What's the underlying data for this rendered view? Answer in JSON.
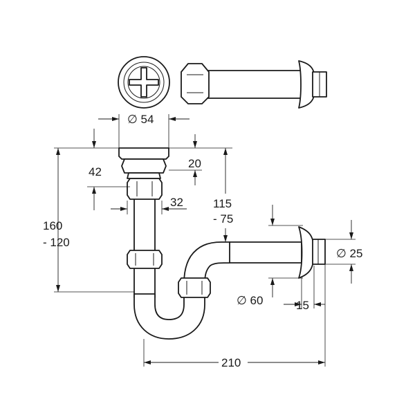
{
  "dimensions": {
    "top_diameter": "∅ 54",
    "flange_height": "20",
    "tailpiece_offset": "42",
    "nut_gap": "32",
    "trap_height_top": "160",
    "trap_height_bottom": "- 120",
    "outlet_height_top": "115",
    "outlet_height_bottom": "- 75",
    "trap_diameter": "∅ 60",
    "wall_pipe_diameter": "∅ 25",
    "rosette_depth": "15",
    "total_width": "210"
  },
  "colors": {
    "line": "#1a1a1a",
    "background": "#ffffff"
  }
}
